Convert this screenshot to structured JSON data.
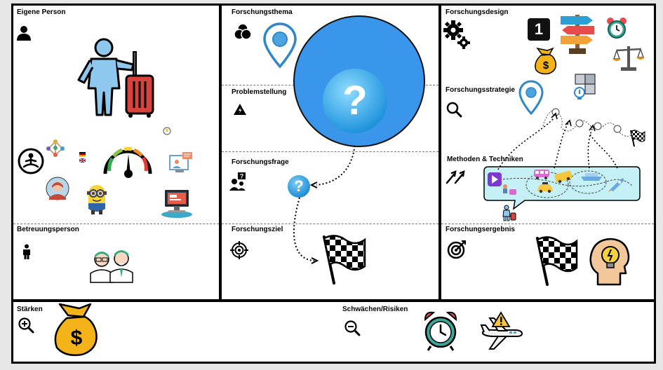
{
  "sections": {
    "eigene_person": "Eigene Person",
    "betreuungsperson": "Betreuungsperson",
    "forschungsthema": "Forschungsthema",
    "problemstellung": "Problemstellung",
    "forschungsfrage": "Forschungsfrage",
    "forschungsziel": "Forschungsziel",
    "forschungsdesign": "Forschungsdesign",
    "forschungsstrategie": "Forschungsstrategie",
    "methoden": "Methoden & Techniken",
    "forschungsergebnis": "Forschungsergebnis",
    "staerken": "Stärken",
    "schwaechen": "Schwächen/Risiken"
  },
  "badge_number": "1",
  "question_mark": "?",
  "colors": {
    "bubble_blue": "#3996ea",
    "pin_blue": "#2f86c9",
    "bag_gold": "#f5b31a",
    "suitcase_red": "#d9433d",
    "person_blue": "#8ec8ef",
    "clock_teal": "#3ba79a"
  }
}
